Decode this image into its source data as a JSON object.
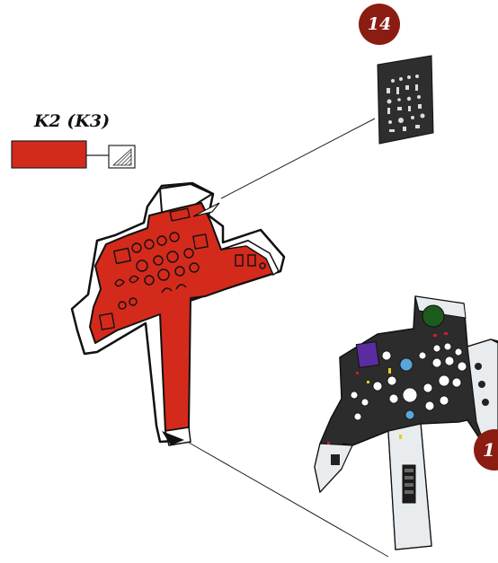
{
  "paint_callout": {
    "code_label": "K2 (K3)",
    "swatch_color": "#d42a1c",
    "finish_icon": "gloss-hatch-icon"
  },
  "steps": {
    "decal_step": "14",
    "panel_step": "1"
  },
  "colors": {
    "red_paint": "#d42a1c",
    "badge": "#8b1c12",
    "panel_dark": "#2c2c2c",
    "panel_light": "#e8ecef"
  }
}
